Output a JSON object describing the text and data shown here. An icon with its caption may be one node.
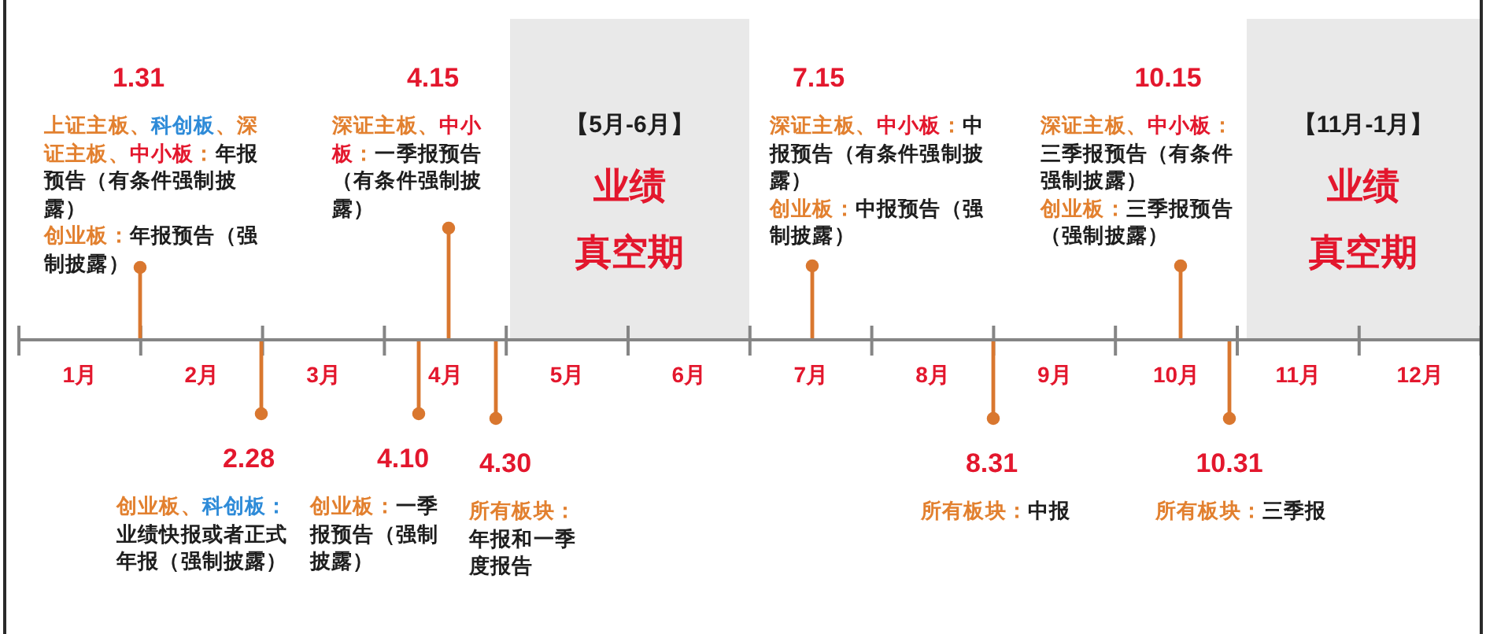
{
  "diagram": {
    "nodes": [
      {
        "text": [
          "1.31",
          "上证主板、科创板、深证主板、中小板：年报预告（有条件强制披露）",
          "创业板：年报预告（强制披露）"
        ]
      },
      {
        "text": [
          "4.15",
          "深证主板、中小板：一季报预告（有条件强制披露）"
        ]
      },
      {
        "text": [
          "【5月-6月】",
          "业绩",
          "真空期"
        ]
      },
      {
        "text": [
          "7.15",
          "深证主板、中小板：中报预告（有条件强制披露）",
          "创业板：中报预告（强制披露）"
        ]
      },
      {
        "text": [
          "10.15",
          "深证主板、中小板：三季报预告（有条件强制披露）",
          "创业板：三季报预告（强制披露）"
        ]
      },
      {
        "text": [
          "【11月-1月】",
          "业绩",
          "真空期"
        ]
      },
      {
        "text": [],
        "shape": "bar"
      },
      {
        "text": [
          "2.28",
          "创业板、科创板：业绩快报或者正式年报（强制披露）"
        ]
      },
      {
        "text": [
          "4.10",
          "创业板：一季报预告（强制披露）"
        ]
      },
      {
        "text": [
          "4.30",
          "所有板块：年报和一季度报告"
        ]
      },
      {
        "text": [
          "8.31",
          "所有板块：中报"
        ]
      },
      {
        "text": [
          "10.31",
          "所有板块：三季报"
        ]
      }
    ],
    "edges": [
      {
        "from": 6,
        "to": 0,
        "arrow": "other"
      },
      {
        "from": 6,
        "to": 1,
        "arrow": "other"
      },
      {
        "from": 6,
        "to": 3,
        "arrow": "other"
      },
      {
        "from": 6,
        "to": 4,
        "arrow": "other"
      },
      {
        "from": 6,
        "to": 7,
        "arrow": "other"
      },
      {
        "from": 6,
        "to": 8,
        "arrow": "other"
      },
      {
        "from": 6,
        "to": 9,
        "arrow": "other"
      },
      {
        "from": 6,
        "to": 10,
        "arrow": "other"
      },
      {
        "from": 6,
        "to": 11,
        "arrow": "other"
      }
    ],
    "labels": [
      "1月",
      "2月",
      "3月",
      "4月",
      "5月",
      "6月",
      "7月",
      "8月",
      "9月",
      "10月",
      "11月",
      "12月"
    ]
  }
}
